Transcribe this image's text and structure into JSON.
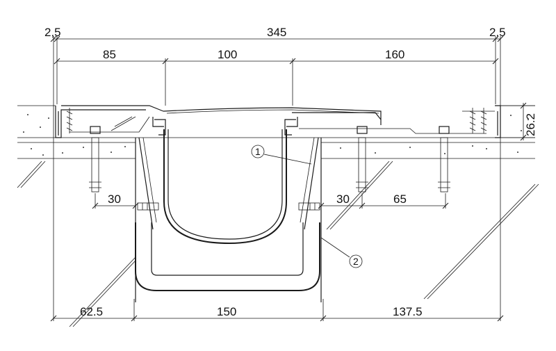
{
  "dimensions": {
    "top_left_gap": "2,5",
    "overall_width": "345",
    "top_right_gap": "2,5",
    "left_plate": "85",
    "center_cover": "100",
    "right_plate": "160",
    "height": "26.2",
    "left_anchor_offset": "30",
    "right_anchor_offset": "30",
    "anchor_spacing": "65",
    "bottom_left": "62.5",
    "bottom_center": "150",
    "bottom_right": "137.5"
  },
  "callouts": {
    "item_1": "1",
    "item_2": "2"
  }
}
